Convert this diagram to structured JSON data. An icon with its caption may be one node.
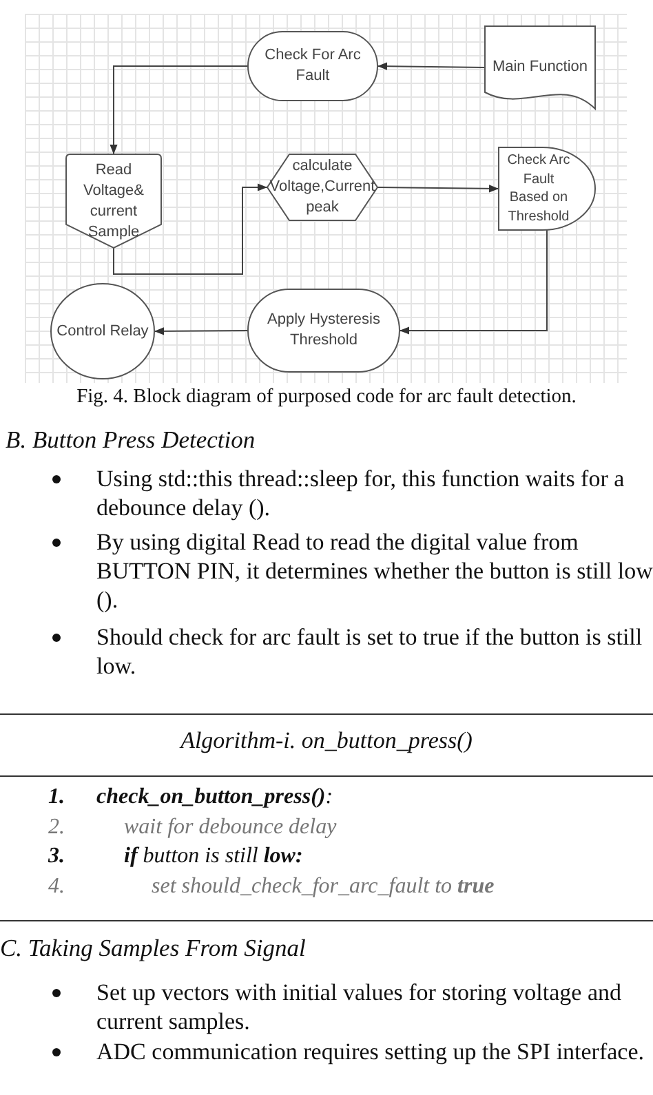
{
  "diagram": {
    "caption": "Fig. 4. Block diagram of purposed code for arc fault detection.",
    "nodes": [
      {
        "text": [
          "Check For Arc Fault"
        ]
      },
      {
        "text": [
          "Main Function"
        ]
      },
      {
        "text": [
          "Read Voltage& current Sample"
        ]
      },
      {
        "text": [
          "calculate Voltage,Current peak"
        ]
      },
      {
        "text": [
          "Check Arc Fault Based on Threshold"
        ]
      },
      {
        "text": [
          "Apply Hysteresis Threshold"
        ]
      },
      {
        "text": [
          "Control Relay"
        ]
      }
    ],
    "edges": [
      {
        "from": 1,
        "to": 0,
        "arrow": "to"
      },
      {
        "from": 0,
        "to": 2,
        "arrow": "to"
      },
      {
        "from": 2,
        "to": 3,
        "arrow": "to"
      },
      {
        "from": 3,
        "to": 4,
        "arrow": "to"
      },
      {
        "from": 4,
        "to": 5,
        "arrow": "to"
      },
      {
        "from": 5,
        "to": 6,
        "arrow": "to"
      }
    ],
    "labels": [
      "B. Button Press Detection",
      "Using std::this thread::sleep for, this function waits for a debounce delay ().",
      "By using digital Read to read the digital value from BUTTON PIN, it determines whether the button is still low ().",
      "Should check for arc fault is set to true if the button is still low.",
      "Algorithm-i. on_button_press()",
      "1.",
      "**check_on_button_press()**:",
      "2.",
      "wait for debounce delay",
      "3.",
      "**if** button is still **low:**",
      "4.",
      "set should_check_for_arc_fault to **true**",
      "C. Taking Samples From Signal",
      "Set up vectors with initial values for storing voltage and current samples.",
      "ADC communication requires setting up the SPI interface."
    ]
  }
}
